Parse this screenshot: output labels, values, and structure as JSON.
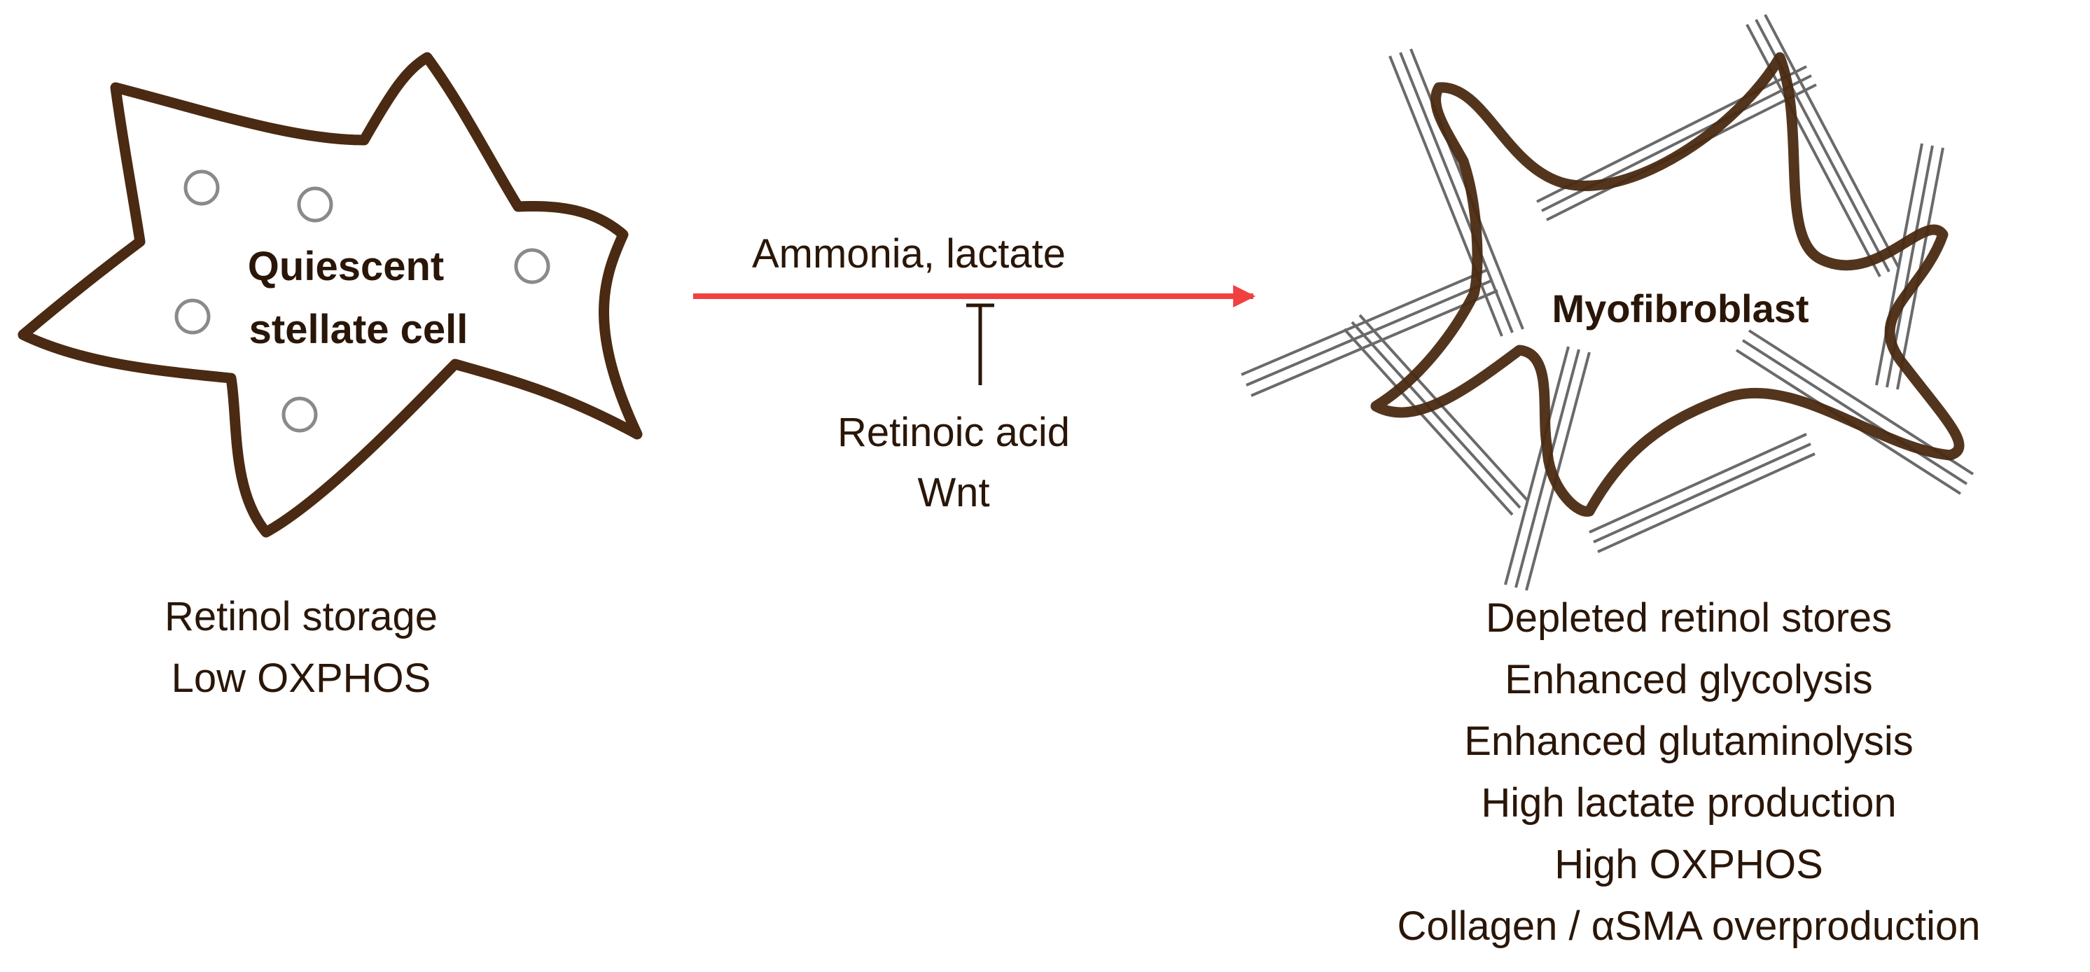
{
  "colors": {
    "cell_outline": "#4a2a12",
    "text": "#2a1608",
    "activation_arrow": "#f04040",
    "inhibition": "#2a1608",
    "vesicle": "#8a8a8a",
    "fibers": "#6a6a6a"
  },
  "quiescent": {
    "label_line1": "Quiescent",
    "label_line2": "stellate cell",
    "features": [
      "Retinol storage",
      "Low OXPHOS"
    ]
  },
  "transition": {
    "activators": "Ammonia, lactate",
    "inhibitors": [
      "Retinoic acid",
      "Wnt"
    ]
  },
  "myofibroblast": {
    "label": "Myofibroblast",
    "features": [
      "Depleted retinol stores",
      "Enhanced glycolysis",
      "Enhanced glutaminolysis",
      "High lactate production",
      "High OXPHOS",
      "Collagen / αSMA overproduction"
    ]
  }
}
